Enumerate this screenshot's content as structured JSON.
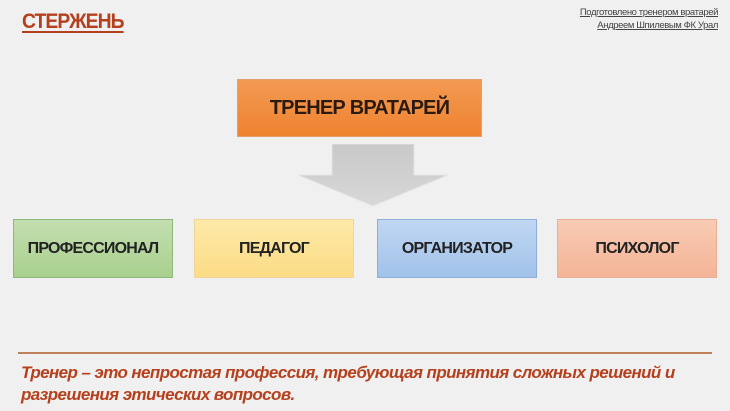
{
  "slide": {
    "title": "СТЕРЖЕНЬ",
    "credit_line1": "Подготовлено тренером вратарей",
    "credit_line2": "Андреем Шпилевым ФК Урал",
    "main_role": "ТРЕНЕР ВРАТАРЕЙ",
    "roles": [
      "ПРОФЕССИОНАЛ",
      "ПЕДАГОГ",
      "ОРГАНИЗАТОР",
      "ПСИХОЛОГ"
    ],
    "note_line1": "Тренер – это непростая профессия, требующая принятия сложных решений и",
    "note_line2": "разрешения этических вопросов."
  },
  "colors": {
    "accent": "#b5401e",
    "main": "#ef8a3c",
    "green": "#a9d08e",
    "yellow": "#fbdc86",
    "blue": "#a2c2ea",
    "salmon": "#f4b497"
  }
}
